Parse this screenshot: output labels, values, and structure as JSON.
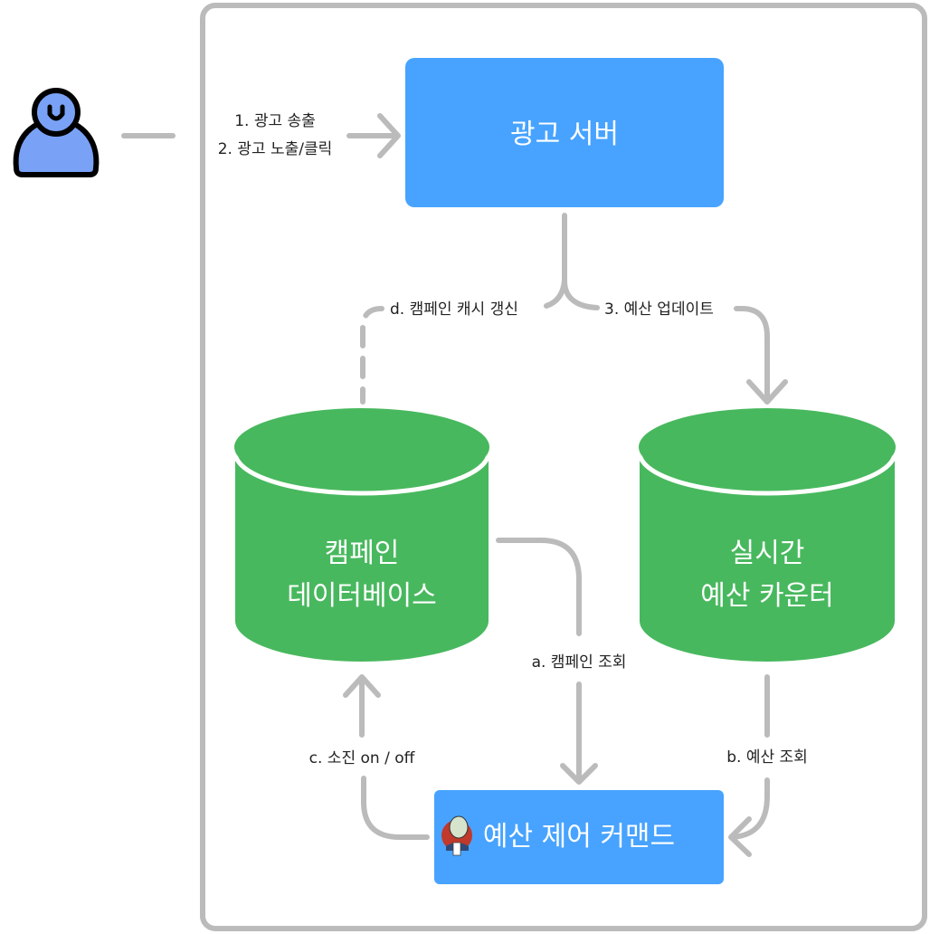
{
  "colors": {
    "server_box": "#47a3ff",
    "database": "#48b85e",
    "edge": "#bbbbbb",
    "frame": "#bbbbbb",
    "user_fill": "#79a2f7",
    "label_text": "#222222",
    "node_text": "#ffffff"
  },
  "actor": {
    "name": "user",
    "icon": "person-icon"
  },
  "nodes": {
    "ad_server": {
      "label": "광고 서버"
    },
    "campaign_db": {
      "line1": "캠페인",
      "line2": "데이터베이스"
    },
    "budget_counter": {
      "line1": "실시간",
      "line2": "예산 카운터"
    },
    "budget_control": {
      "label": "예산 제어 커맨드",
      "icon": "jenkins-icon"
    }
  },
  "edges": {
    "user_to_server": {
      "line1": "1. 광고 송출",
      "line2": "2. 광고 노출/클릭"
    },
    "budget_update": {
      "label": "3. 예산 업데이트"
    },
    "cache_refresh": {
      "label": "d. 캠페인 캐시 갱신"
    },
    "campaign_lookup": {
      "label": "a. 캠페인 조회"
    },
    "budget_lookup": {
      "label": "b. 예산 조회"
    },
    "exhaustion_toggle": {
      "label": "c. 소진 on / off"
    }
  }
}
